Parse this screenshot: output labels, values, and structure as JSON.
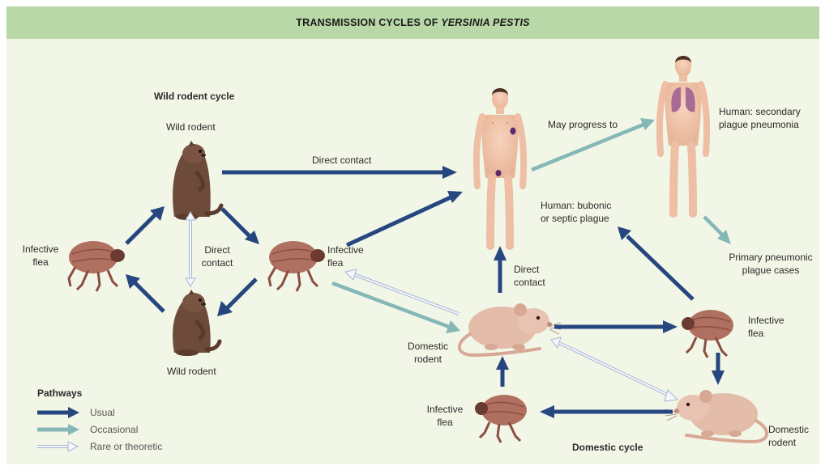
{
  "title": {
    "prefix": "TRANSMISSION CYCLES OF ",
    "italic": "YERSINIA PESTIS"
  },
  "sections": {
    "wild_cycle": "Wild rodent cycle",
    "domestic_cycle": "Domestic cycle"
  },
  "labels": {
    "wild_rodent_top": "Wild rodent",
    "wild_rodent_bottom": "Wild rodent",
    "infective_flea_left": [
      "Infective",
      "flea"
    ],
    "infective_flea_middle": [
      "Infective",
      "flea"
    ],
    "direct_contact_wild": [
      "Direct",
      "contact"
    ],
    "direct_contact_top": "Direct contact",
    "human_bubonic": [
      "Human: bubonic",
      "or septic plague"
    ],
    "may_progress": "May progress to",
    "human_secondary": [
      "Human: secondary",
      "plague pneumonia"
    ],
    "primary_pneumonic": [
      "Primary pneumonic",
      "plague cases"
    ],
    "direct_contact_domestic": [
      "Direct",
      "contact"
    ],
    "domestic_rodent_left": [
      "Domestic",
      "rodent"
    ],
    "infective_flea_right": [
      "Infective",
      "flea"
    ],
    "infective_flea_bottom": [
      "Infective",
      "flea"
    ],
    "domestic_rodent_right": [
      "Domestic",
      "rodent"
    ]
  },
  "legend": {
    "title": "Pathways",
    "items": [
      {
        "label": "Usual",
        "color": "#26467f"
      },
      {
        "label": "Occasional",
        "color": "#86b7b7"
      },
      {
        "label": "Rare or theoretic",
        "color": "#dfe7f4"
      }
    ]
  },
  "colors": {
    "usual": "#26467f",
    "occasional": "#86b7b7",
    "rare_fill": "#f4f7fc",
    "rare_stroke": "#a7b6d3",
    "title_bar": "#b9d8a7",
    "background": "#f1f6e6",
    "wild_rodent": "#6e4a3a",
    "flea": "#b07060",
    "domestic_rodent": "#e4bcaa",
    "human_skin": "#f2c7ae",
    "bubo": "#5a2a6b",
    "lungs": "#a76b96"
  }
}
